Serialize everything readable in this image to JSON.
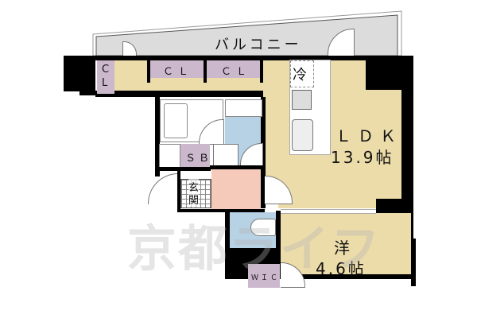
{
  "floorplan": {
    "balcony": {
      "label": "バルコニー"
    },
    "closets": [
      {
        "id": "cl-left",
        "label": "C\nL"
      },
      {
        "id": "cl-mid1",
        "label": "ＣＬ"
      },
      {
        "id": "cl-mid2",
        "label": "ＣＬ"
      }
    ],
    "fridge": {
      "label": "冷"
    },
    "ldk": {
      "name": "ＬＤＫ",
      "size": "13.9帖"
    },
    "western_room": {
      "name": "洋",
      "size": "4.6帖"
    },
    "shoe_box": {
      "label": "ＳＢ"
    },
    "entrance": {
      "label_1": "玄",
      "label_2": "関"
    },
    "wic": {
      "label": "ＷＩＣ"
    },
    "watermark": {
      "text": "京都ライフ"
    },
    "colors": {
      "floor": "#ecdcaa",
      "closet": "#cbb8cc",
      "bath": "#b7d2e4",
      "washroom": "#f5cabb",
      "balcony": "#dcdcdc",
      "wall": "#000000"
    }
  }
}
